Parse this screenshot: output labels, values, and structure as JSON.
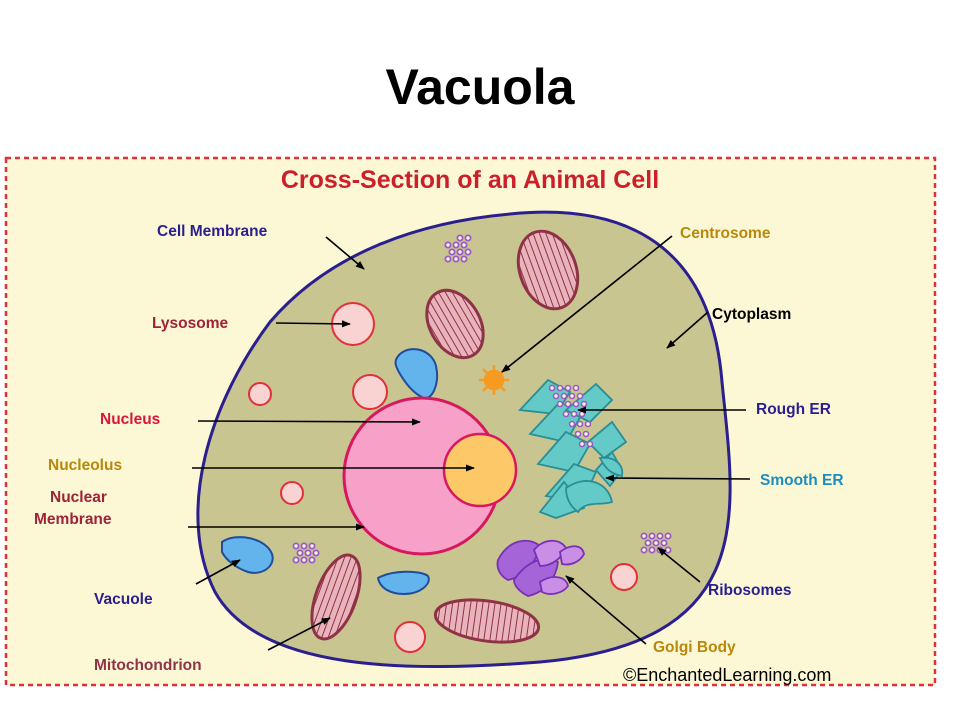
{
  "slide": {
    "title": "Vacuola"
  },
  "diagram": {
    "heading": "Cross-Section of an Animal Cell",
    "copyright": "©EnchantedLearning.com",
    "labels": {
      "cell_membrane": "Cell Membrane",
      "lysosome": "Lysosome",
      "nucleus": "Nucleus",
      "nucleolus": "Nucleolus",
      "nuclear_membrane_1": "Nuclear",
      "nuclear_membrane_2": "Membrane",
      "vacuole": "Vacuole",
      "mitochondrion": "Mitochondrion",
      "centrosome": "Centrosome",
      "cytoplasm": "Cytoplasm",
      "rough_er": "Rough ER",
      "smooth_er": "Smooth ER",
      "ribosomes": "Ribosomes",
      "golgi_body": "Golgi Body"
    },
    "colors": {
      "background": "#fcf8d6",
      "border": "#e0303a",
      "heading": "#cc1f2a",
      "membrane": "#2b1f8f",
      "cytoplasm": "#c8c591",
      "nucleus": "#f7a0c8",
      "nucleolus": "#fcc868",
      "lysosome": "#f9d2d2",
      "vacuole": "#63b4ec",
      "mitochondrion": "#e8b3bb",
      "er": "#63cac8",
      "golgi": "#a565d8",
      "ribosome": "#9a58c8",
      "centrosome": "#f79a20"
    }
  }
}
